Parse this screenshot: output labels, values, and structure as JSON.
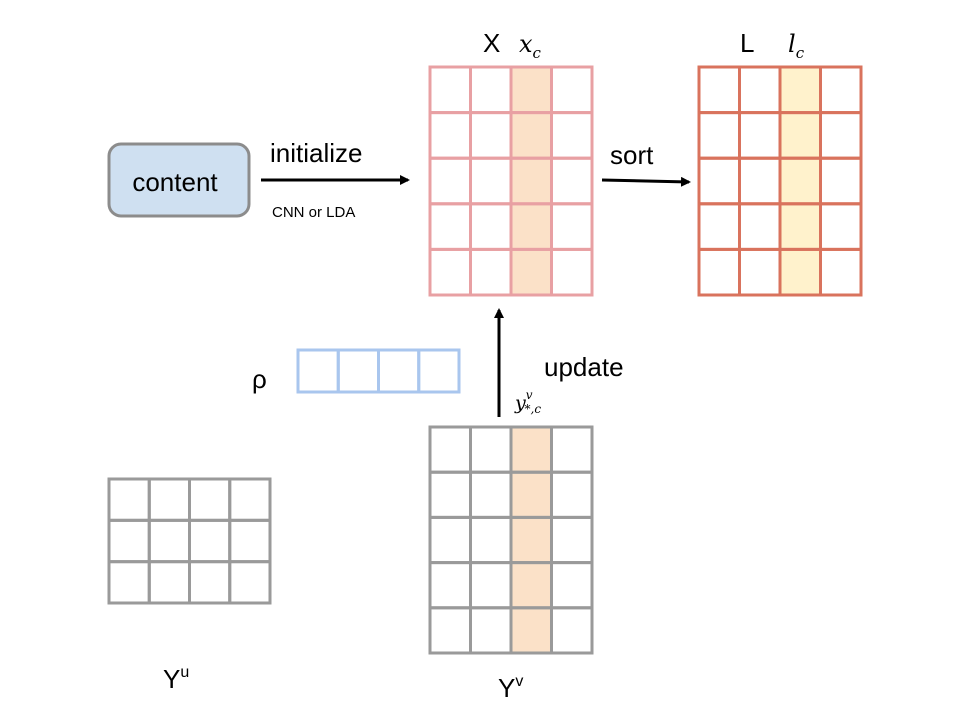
{
  "content_box": {
    "label": "content",
    "fill": "#cfe0f1",
    "stroke": "#8c8c8c"
  },
  "arrows": {
    "initialize": {
      "label": "initialize",
      "sublabel": "CNN or LDA"
    },
    "sort": {
      "label": "sort"
    },
    "update": {
      "label": "update",
      "math_base": "y",
      "math_sup": "v",
      "math_sub": "*,c"
    }
  },
  "matrices": {
    "X": {
      "title": "X",
      "column_label": "x",
      "column_label_sub": "c",
      "rows": 5,
      "cols": 4,
      "highlight_col": 2,
      "stroke": "#e8a0a3",
      "highlight_fill": "#fbe1c8"
    },
    "L": {
      "title": "L",
      "column_label": "l",
      "column_label_sub": "c",
      "rows": 5,
      "cols": 4,
      "highlight_col": 2,
      "stroke": "#d9735d",
      "highlight_fill": "#fff2cc"
    },
    "Yv": {
      "title": "Y",
      "title_sup": "v",
      "rows": 5,
      "cols": 4,
      "highlight_col": 2,
      "stroke": "#9a9a9a",
      "highlight_fill": "#fbe1c8"
    },
    "Yu": {
      "title": "Y",
      "title_sup": "u",
      "rows": 3,
      "cols": 4,
      "highlight_col": -1,
      "stroke": "#9a9a9a",
      "highlight_fill": ""
    }
  },
  "rho_vector": {
    "label": "ρ",
    "cols": 4,
    "stroke": "#a9c6ee"
  }
}
